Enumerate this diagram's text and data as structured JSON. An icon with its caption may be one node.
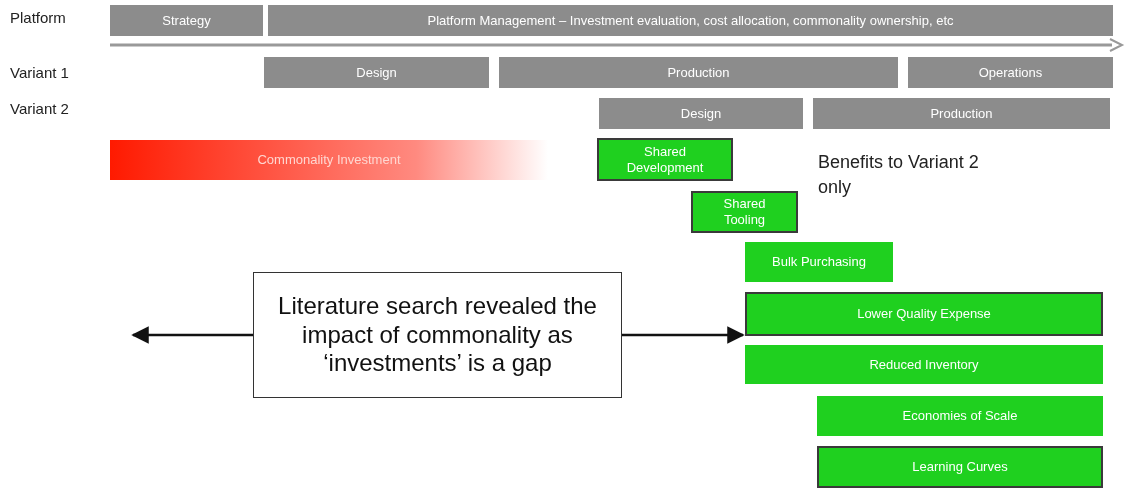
{
  "diagram": {
    "nodes": [
      {
        "text": [
          "Strategy"
        ]
      },
      {
        "text": [
          "Platform Management – Investment evaluation, cost allocation, commonality ownership, etc"
        ]
      },
      {
        "text": [
          "Design"
        ]
      },
      {
        "text": [
          "Production"
        ]
      },
      {
        "text": [
          "Operations"
        ]
      },
      {
        "text": [
          "Design"
        ]
      },
      {
        "text": [
          "Production"
        ]
      },
      {
        "text": [
          "Commonality Investment"
        ]
      },
      {
        "text": [
          "Shared Development"
        ]
      },
      {
        "text": [
          "Shared Tooling"
        ]
      },
      {
        "text": [
          "Bulk Purchasing"
        ]
      },
      {
        "text": [
          "Lower Quality Expense"
        ]
      },
      {
        "text": [
          "Reduced Inventory"
        ]
      },
      {
        "text": [
          "Economies of Scale"
        ]
      },
      {
        "text": [
          "Learning Curves"
        ]
      },
      {
        "text": [
          "Literature search revealed the impact of commonality as ‘investments’ is a gap"
        ]
      }
    ],
    "edges": [
      {
        "from": 15,
        "to": null,
        "arrow": "to"
      },
      {
        "from": 15,
        "to": 11,
        "arrow": "to"
      }
    ],
    "labels": [
      "Platform",
      "Variant 1",
      "Variant 2",
      "Benefits to Variant 2 only"
    ]
  }
}
